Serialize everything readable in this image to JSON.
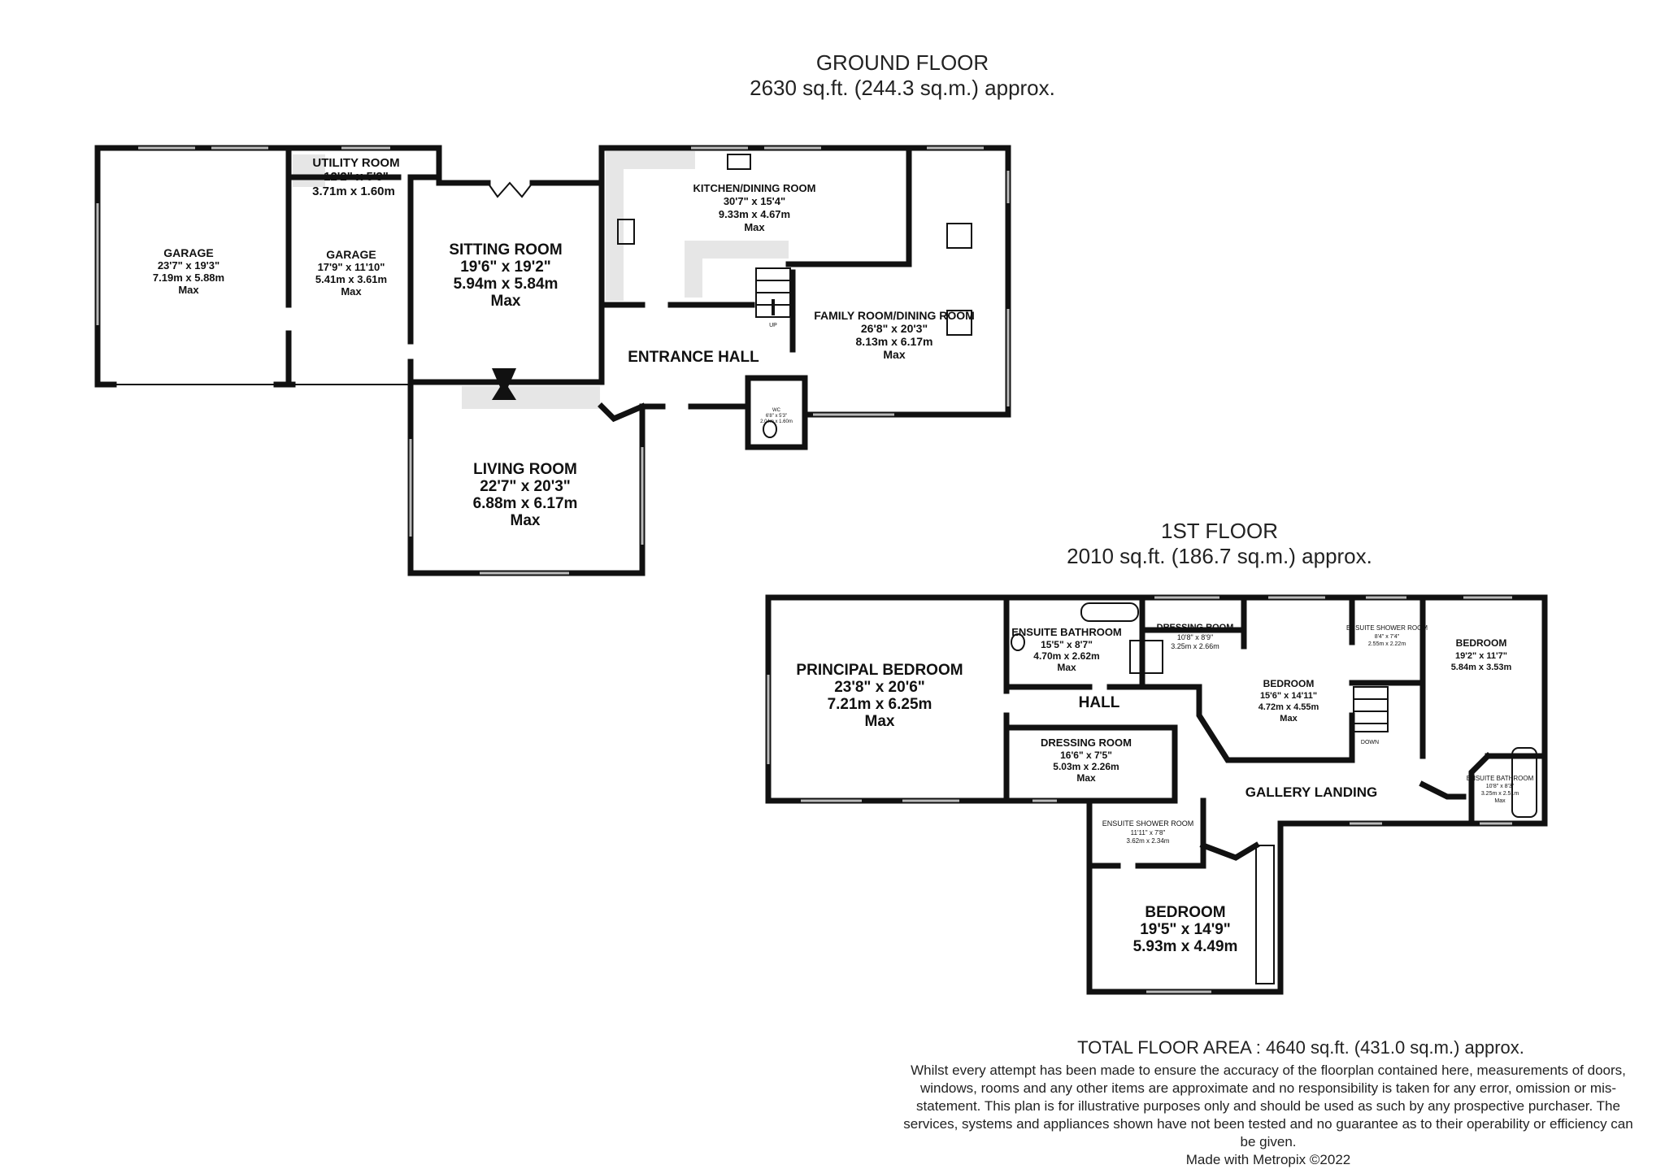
{
  "ground_floor": {
    "title": "GROUND FLOOR",
    "area": "2630 sq.ft. (244.3 sq.m.) approx.",
    "rooms": {
      "garage1": {
        "name": "GARAGE",
        "imperial": "23'7\"  x 19'3\"",
        "metric": "7.19m  x 5.88m",
        "note": "Max"
      },
      "utility": {
        "name": "UTILITY ROOM",
        "imperial": "12'2\"  x 5'3\"",
        "metric": "3.71m  x 1.60m"
      },
      "garage2": {
        "name": "GARAGE",
        "imperial": "17'9\"  x 11'10\"",
        "metric": "5.41m  x 3.61m",
        "note": "Max"
      },
      "sitting": {
        "name": "SITTING ROOM",
        "imperial": "19'6\"  x 19'2\"",
        "metric": "5.94m  x 5.84m",
        "note": "Max"
      },
      "kitchen": {
        "name": "KITCHEN/DINING ROOM",
        "imperial": "30'7\"  x 15'4\"",
        "metric": "9.33m  x 4.67m",
        "note": "Max"
      },
      "family": {
        "name": "FAMILY ROOM/DINING ROOM",
        "imperial": "26'8\"  x 20'3\"",
        "metric": "8.13m  x 6.17m",
        "note": "Max"
      },
      "entrance": {
        "name": "ENTRANCE HALL"
      },
      "wc": {
        "name": "WC",
        "imperial": "6'8\" x 5'3\"",
        "metric": "2.04m x 1.60m"
      },
      "living": {
        "name": "LIVING ROOM",
        "imperial": "22'7\"  x 20'3\"",
        "metric": "6.88m  x 6.17m",
        "note": "Max"
      }
    },
    "stair_label": "UP"
  },
  "first_floor": {
    "title": "1ST FLOOR",
    "area": "2010 sq.ft. (186.7 sq.m.) approx.",
    "rooms": {
      "principal": {
        "name": "PRINCIPAL BEDROOM",
        "imperial": "23'8\"  x 20'6\"",
        "metric": "7.21m  x 6.25m",
        "note": "Max"
      },
      "ensuite_bath1": {
        "name": "ENSUITE BATHROOM",
        "imperial": "15'5\"  x 8'7\"",
        "metric": "4.70m  x 2.62m",
        "note": "Max"
      },
      "dressing1": {
        "name": "DRESSING ROOM",
        "imperial": "10'8\"  x 8'9\"",
        "metric": "3.25m  x 2.66m"
      },
      "ensuite_shower1": {
        "name": "ENSUITE SHOWER ROOM",
        "imperial": "8'4\" x 7'4\"",
        "metric": "2.55m x 2.22m"
      },
      "bedroom_ne": {
        "name": "BEDROOM",
        "imperial": "19'2\"  x 11'7\"",
        "metric": "5.84m  x 3.53m"
      },
      "hall": {
        "name": "HALL"
      },
      "bedroom_mid": {
        "name": "BEDROOM",
        "imperial": "15'6\"  x 14'11\"",
        "metric": "4.72m  x 4.55m",
        "note": "Max"
      },
      "dressing2": {
        "name": "DRESSING ROOM",
        "imperial": "16'6\"  x 7'5\"",
        "metric": "5.03m  x 2.26m",
        "note": "Max"
      },
      "gallery": {
        "name": "GALLERY LANDING"
      },
      "ensuite_bath2": {
        "name": "ENSUITE BATHROOM",
        "imperial": "10'8\" x 8'3\"",
        "metric": "3.25m x 2.51m",
        "note": "Max"
      },
      "ensuite_shower2": {
        "name": "ENSUITE SHOWER ROOM",
        "imperial": "11'11\" x 7'8\"",
        "metric": "3.62m x 2.34m"
      },
      "bedroom_s": {
        "name": "BEDROOM",
        "imperial": "19'5\"  x 14'9\"",
        "metric": "5.93m  x 4.49m"
      }
    },
    "stair_label": "DOWN"
  },
  "total_area": "TOTAL FLOOR AREA : 4640 sq.ft. (431.0 sq.m.) approx.",
  "disclaimer": "Whilst every attempt has been made to ensure the accuracy of the floorplan contained here, measurements of doors, windows, rooms and any other items are approximate and no responsibility is taken for any error, omission or mis-statement. This plan is for illustrative purposes only and should be used as such by any prospective purchaser. The services, systems and appliances shown have not been tested and no guarantee as to their operability or efficiency can be given.",
  "credit": "Made with Metropix ©2022",
  "colors": {
    "wall": "#111111",
    "fitting": "#e6e6e6",
    "window": "#bbbbbb"
  }
}
